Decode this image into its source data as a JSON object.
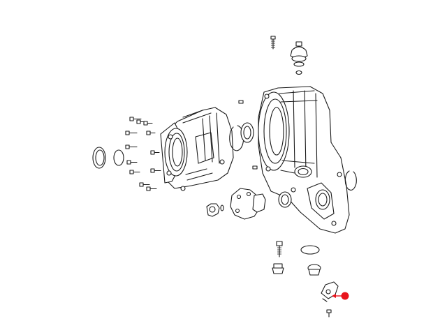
{
  "diagram": {
    "type": "exploded-parts-view",
    "callout": {
      "color": "#e8141c",
      "target": "part-sensor-bracket",
      "marker": "filled-dot-with-arrow"
    }
  }
}
